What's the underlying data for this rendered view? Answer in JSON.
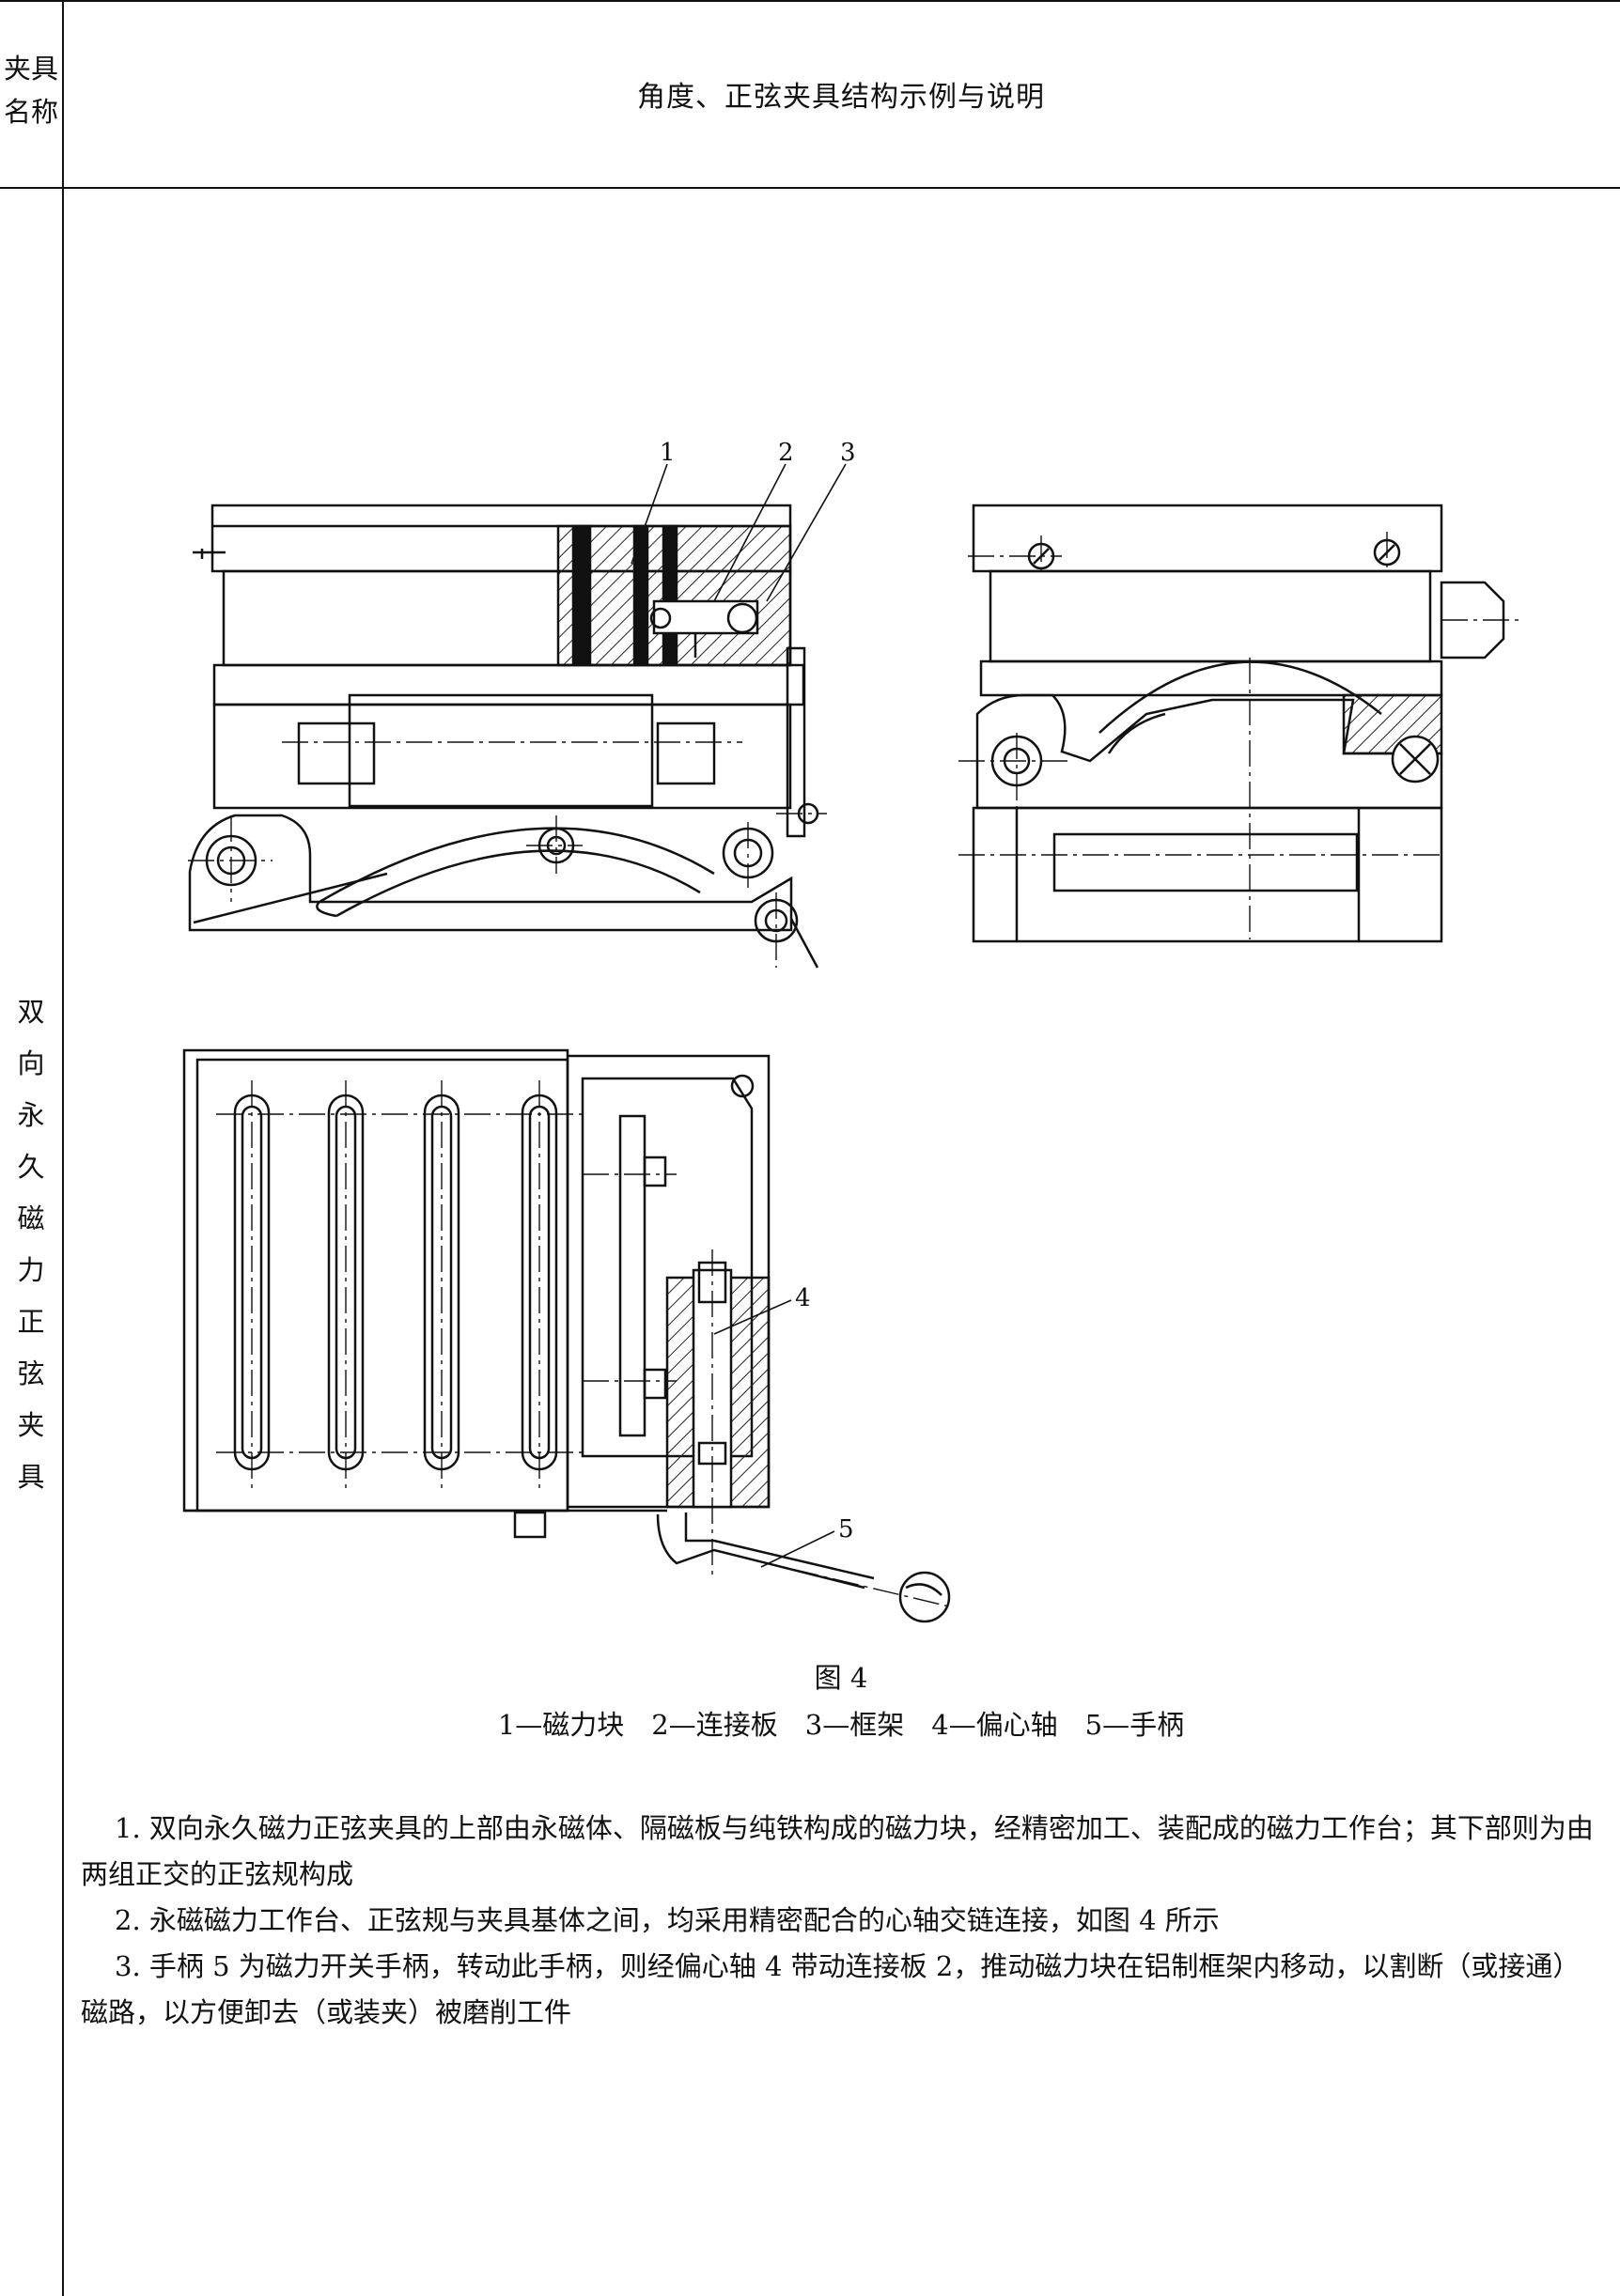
{
  "header": {
    "label_line1": "夹具",
    "label_line2": "名称",
    "title": "角度、正弦夹具结构示例与说明"
  },
  "fixture_name": [
    "双",
    "向",
    "永",
    "久",
    "磁",
    "力",
    "正",
    "弦",
    "夹",
    "具"
  ],
  "drawing": {
    "callouts": [
      "1",
      "2",
      "3",
      "4",
      "5"
    ]
  },
  "figure": {
    "title": "图 4",
    "legend": "1—磁力块　2—连接板　3—框架　4—偏心轴　5—手柄"
  },
  "description": [
    "1. 双向永久磁力正弦夹具的上部由永磁体、隔磁板与纯铁构成的磁力块，经精密加工、装配成的磁力工作台；其下部则为由两组正交的正弦规构成",
    "2. 永磁磁力工作台、正弦规与夹具基体之间，均采用精密配合的心轴交链连接，如图 4 所示",
    "3. 手柄 5 为磁力开关手柄，转动此手柄，则经偏心轴 4 带动连接板 2，推动磁力块在铝制框架内移动，以割断（或接通）磁路，以方便卸去（或装夹）被磨削工件"
  ]
}
